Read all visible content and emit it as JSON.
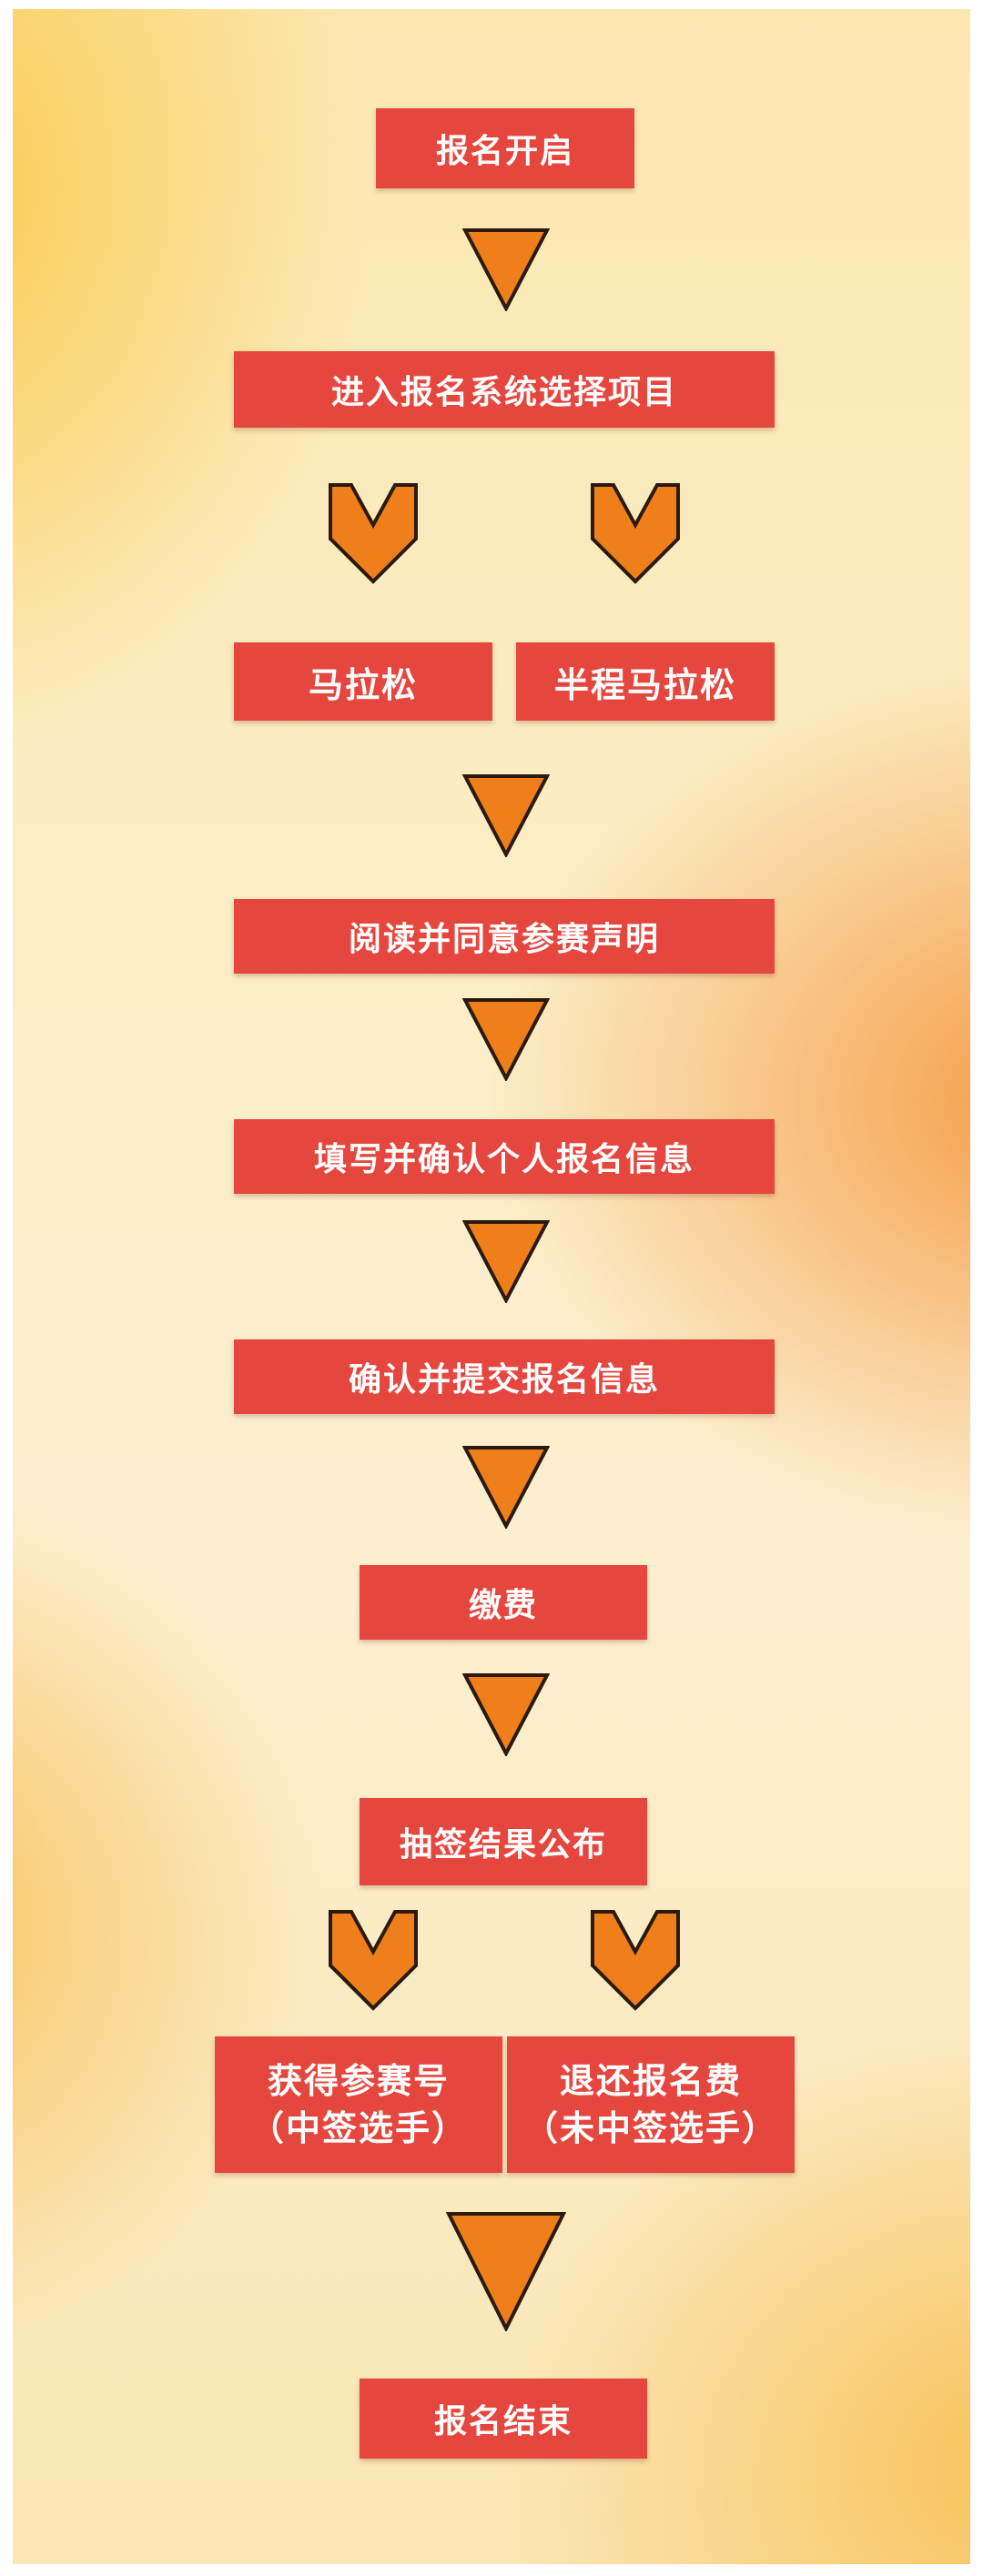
{
  "steps": {
    "open": "报名开启",
    "enter": "进入报名系统选择项目",
    "marathon": "马拉松",
    "half_marathon": "半程马拉松",
    "read_agree": "阅读并同意参赛声明",
    "fill_info": "填写并确认个人报名信息",
    "submit": "确认并提交报名信息",
    "pay": "缴费",
    "lottery": "抽签结果公布",
    "win_line1": "获得参赛号",
    "win_line2": "（中签选手）",
    "refund_line1": "退还报名费",
    "refund_line2": "（未中签选手）",
    "end": "报名结束"
  },
  "colors": {
    "box": "#e5473f",
    "arrow": "#ef7f1a",
    "arrow_stroke": "#2b1a10",
    "text": "#ffffff"
  }
}
